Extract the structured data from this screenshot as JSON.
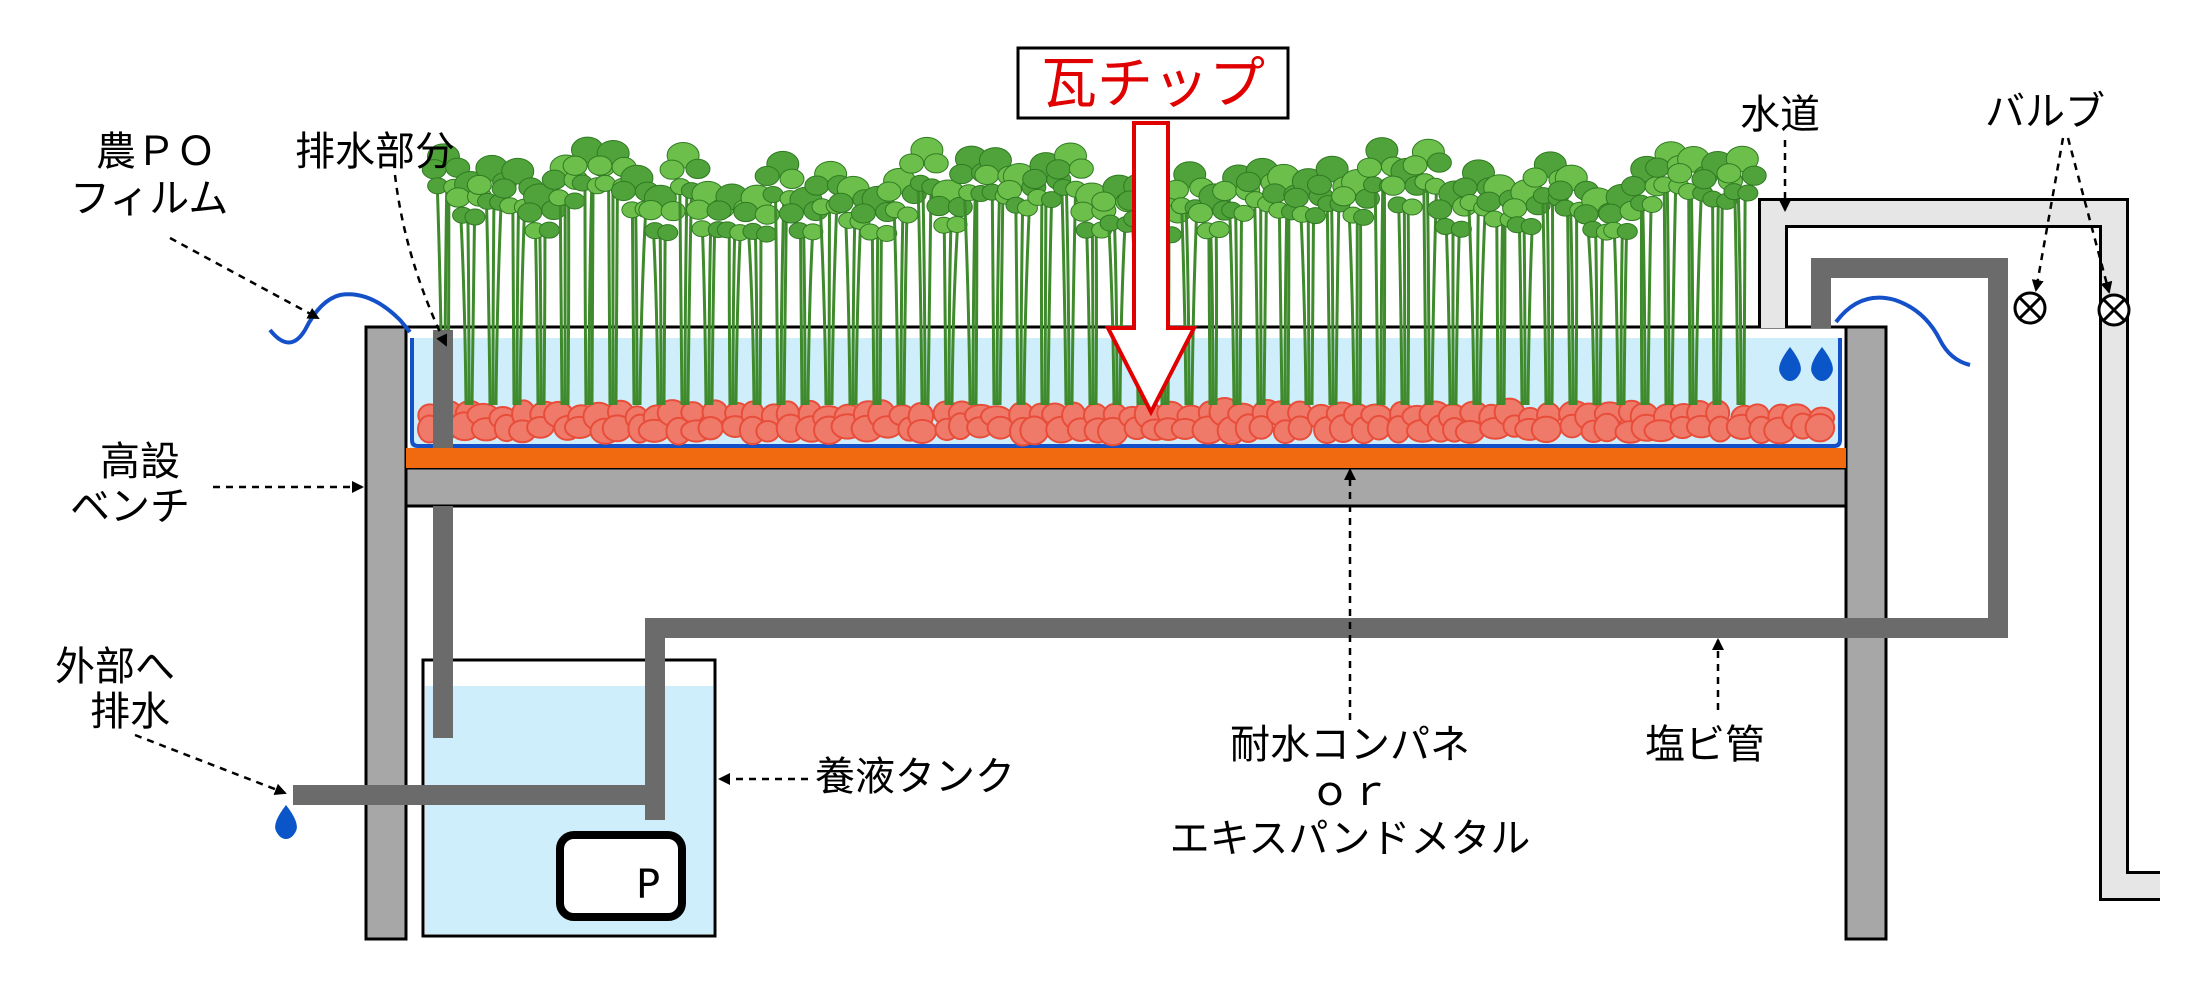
{
  "labels": {
    "title": "瓦チップ",
    "film_1": "農ＰＯ",
    "film_2": "フィルム",
    "drain_part": "排水部分",
    "bench_1": "高設",
    "bench_2": "ベンチ",
    "outside_1": "外部へ",
    "outside_2": "排水",
    "tank": "養液タンク",
    "panel_1": "耐水コンパネ",
    "panel_2": "ｏｒ",
    "panel_3": "エキスパンドメタル",
    "pvc": "塩ビ管",
    "water": "水道",
    "valve": "バルブ",
    "pump": "P"
  },
  "colors": {
    "title_red": "#e00000",
    "water_fill": "#cdeefa",
    "chip_fill": "#f07a6a",
    "chip_edge": "#e84d3a",
    "orange_layer": "#f26a10",
    "bench_gray": "#a7a7a7",
    "pipe_gray": "#6b6b6b",
    "film_blue": "#1450c8",
    "drop_blue": "#0a55c8",
    "plant_green": "#4fa33a"
  },
  "icons": [
    "water-drop-icon",
    "valve-icon",
    "pump-icon",
    "down-arrow-icon",
    "plant-icon"
  ]
}
